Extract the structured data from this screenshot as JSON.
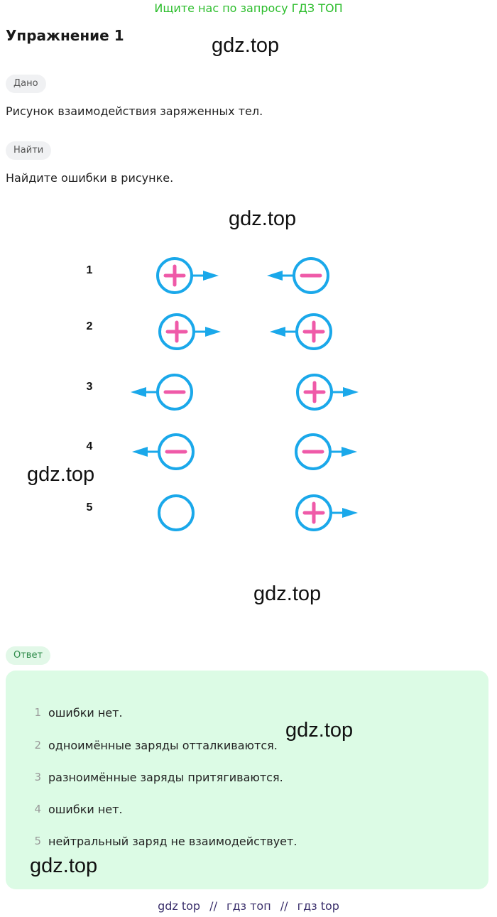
{
  "promo": "Ищите нас по запросу ГДЗ ТОП",
  "title": "Упражнение 1",
  "given_label": "Дано",
  "given_text": "Рисунок взаимодействия заряженных тел.",
  "find_label": "Найти",
  "find_text": "Найдите ошибки в рисунке.",
  "watermark": "gdz.top",
  "figure": {
    "colors": {
      "circle": "#1aa8ea",
      "sign": "#ef5aa8"
    },
    "rows": [
      {
        "num": "1",
        "left": {
          "sign": "+",
          "arrow": "right"
        },
        "right": {
          "sign": "-",
          "arrow": "left"
        }
      },
      {
        "num": "2",
        "left": {
          "sign": "+",
          "arrow": "right"
        },
        "right": {
          "sign": "+",
          "arrow": "left"
        }
      },
      {
        "num": "3",
        "left": {
          "sign": "-",
          "arrow": "left"
        },
        "right": {
          "sign": "+",
          "arrow": "right"
        }
      },
      {
        "num": "4",
        "left": {
          "sign": "-",
          "arrow": "left"
        },
        "right": {
          "sign": "-",
          "arrow": "right"
        }
      },
      {
        "num": "5",
        "left": {
          "sign": "",
          "arrow": ""
        },
        "right": {
          "sign": "+",
          "arrow": "right"
        }
      }
    ]
  },
  "answer_label": "Ответ",
  "answers": [
    {
      "num": "1",
      "text": "ошибки нет."
    },
    {
      "num": "2",
      "text": "одноимённые заряды отталкиваются."
    },
    {
      "num": "3",
      "text": "разноимённые заряды притягиваются."
    },
    {
      "num": "4",
      "text": "ошибки нет."
    },
    {
      "num": "5",
      "text": "нейтральный заряд не взаимодействует."
    }
  ],
  "footer": {
    "link1": "gdz top",
    "sep": "//",
    "link2": "гдз топ",
    "link3": "гдз top"
  }
}
